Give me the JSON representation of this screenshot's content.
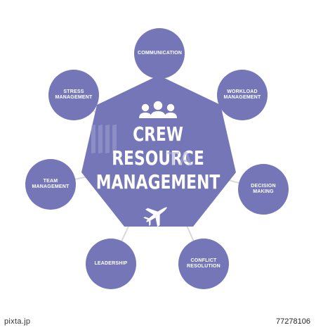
{
  "title": {
    "line1": "CREW",
    "line2": "RESOURCE",
    "line3": "MANAGEMENT"
  },
  "nodes": [
    {
      "id": "communication",
      "label": "COMMUNICATION"
    },
    {
      "id": "workload-management",
      "label": "WORKLOAD\nMANAGEMENT"
    },
    {
      "id": "decision-making",
      "label": "DECISION\nMAKING"
    },
    {
      "id": "conflict-resolution",
      "label": "CONFLICT\nRESOLUTION"
    },
    {
      "id": "leadership",
      "label": "LEADERSHIP"
    },
    {
      "id": "team-management",
      "label": "TEAM\nMANAGEMENT"
    },
    {
      "id": "stress-management",
      "label": "STRESS\nMANAGEMENT"
    }
  ],
  "icons": {
    "team": "people-group-icon",
    "plane": "airplane-icon"
  },
  "colors": {
    "primary": "#7476b8",
    "connector": "#d8d8de",
    "text": "#ffffff",
    "background": "#ffffff"
  },
  "watermark": {
    "text": "TA"
  },
  "footer": {
    "brand": "pixta.jp",
    "image_id": "77278106"
  }
}
